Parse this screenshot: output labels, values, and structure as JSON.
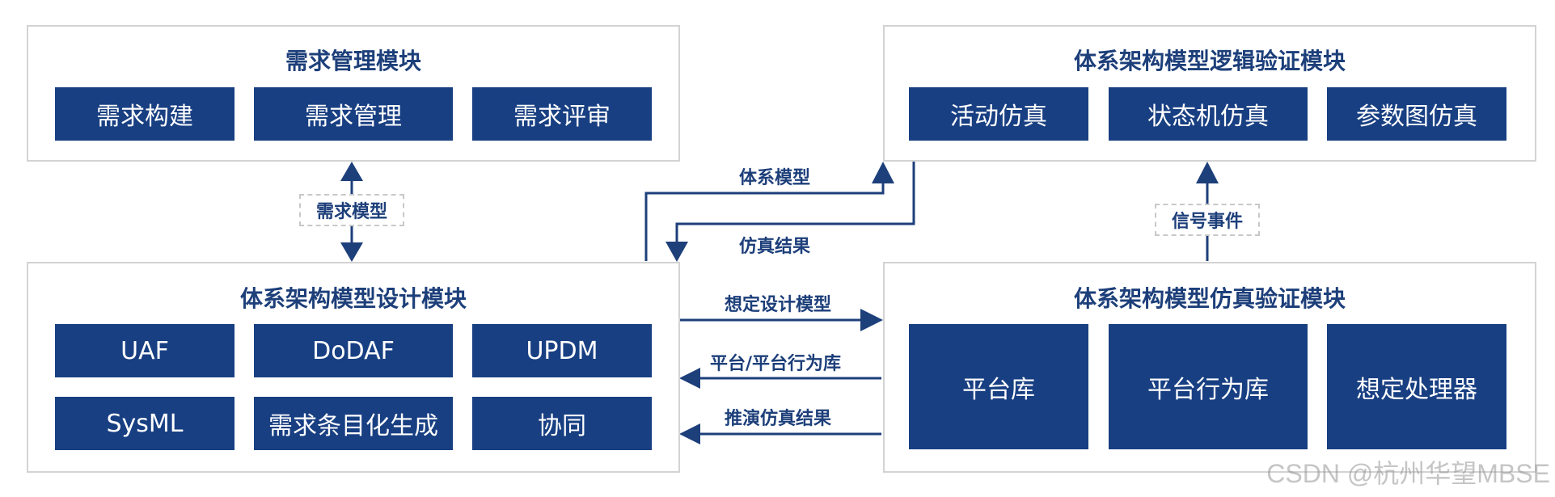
{
  "modules": {
    "requirements": {
      "title": "需求管理模块",
      "blocks": [
        "需求构建",
        "需求管理",
        "需求评审"
      ]
    },
    "logic_verification": {
      "title": "体系架构模型逻辑验证模块",
      "blocks": [
        "活动仿真",
        "状态机仿真",
        "参数图仿真"
      ]
    },
    "design": {
      "title": "体系架构模型设计模块",
      "blocks": [
        "UAF",
        "DoDAF",
        "UPDM",
        "SysML",
        "需求条目化生成",
        "协同"
      ]
    },
    "simulation_verification": {
      "title": "体系架构模型仿真验证模块",
      "blocks": [
        "平台库",
        "平台行为库",
        "想定处理器"
      ]
    }
  },
  "connectors": {
    "requirement_model": "需求模型",
    "system_model": "体系模型",
    "simulation_result": "仿真结果",
    "signal_event": "信号事件",
    "scenario_design_model": "想定设计模型",
    "platform_library": "平台/平台行为库",
    "deduction_result": "推演仿真结果"
  },
  "colors": {
    "block_fill": "#183f82",
    "title_text": "#1d3f7a",
    "module_border": "#d3d3d3",
    "arrow": "#1d3f7a"
  },
  "watermark": "CSDN @杭州华望MBSE"
}
